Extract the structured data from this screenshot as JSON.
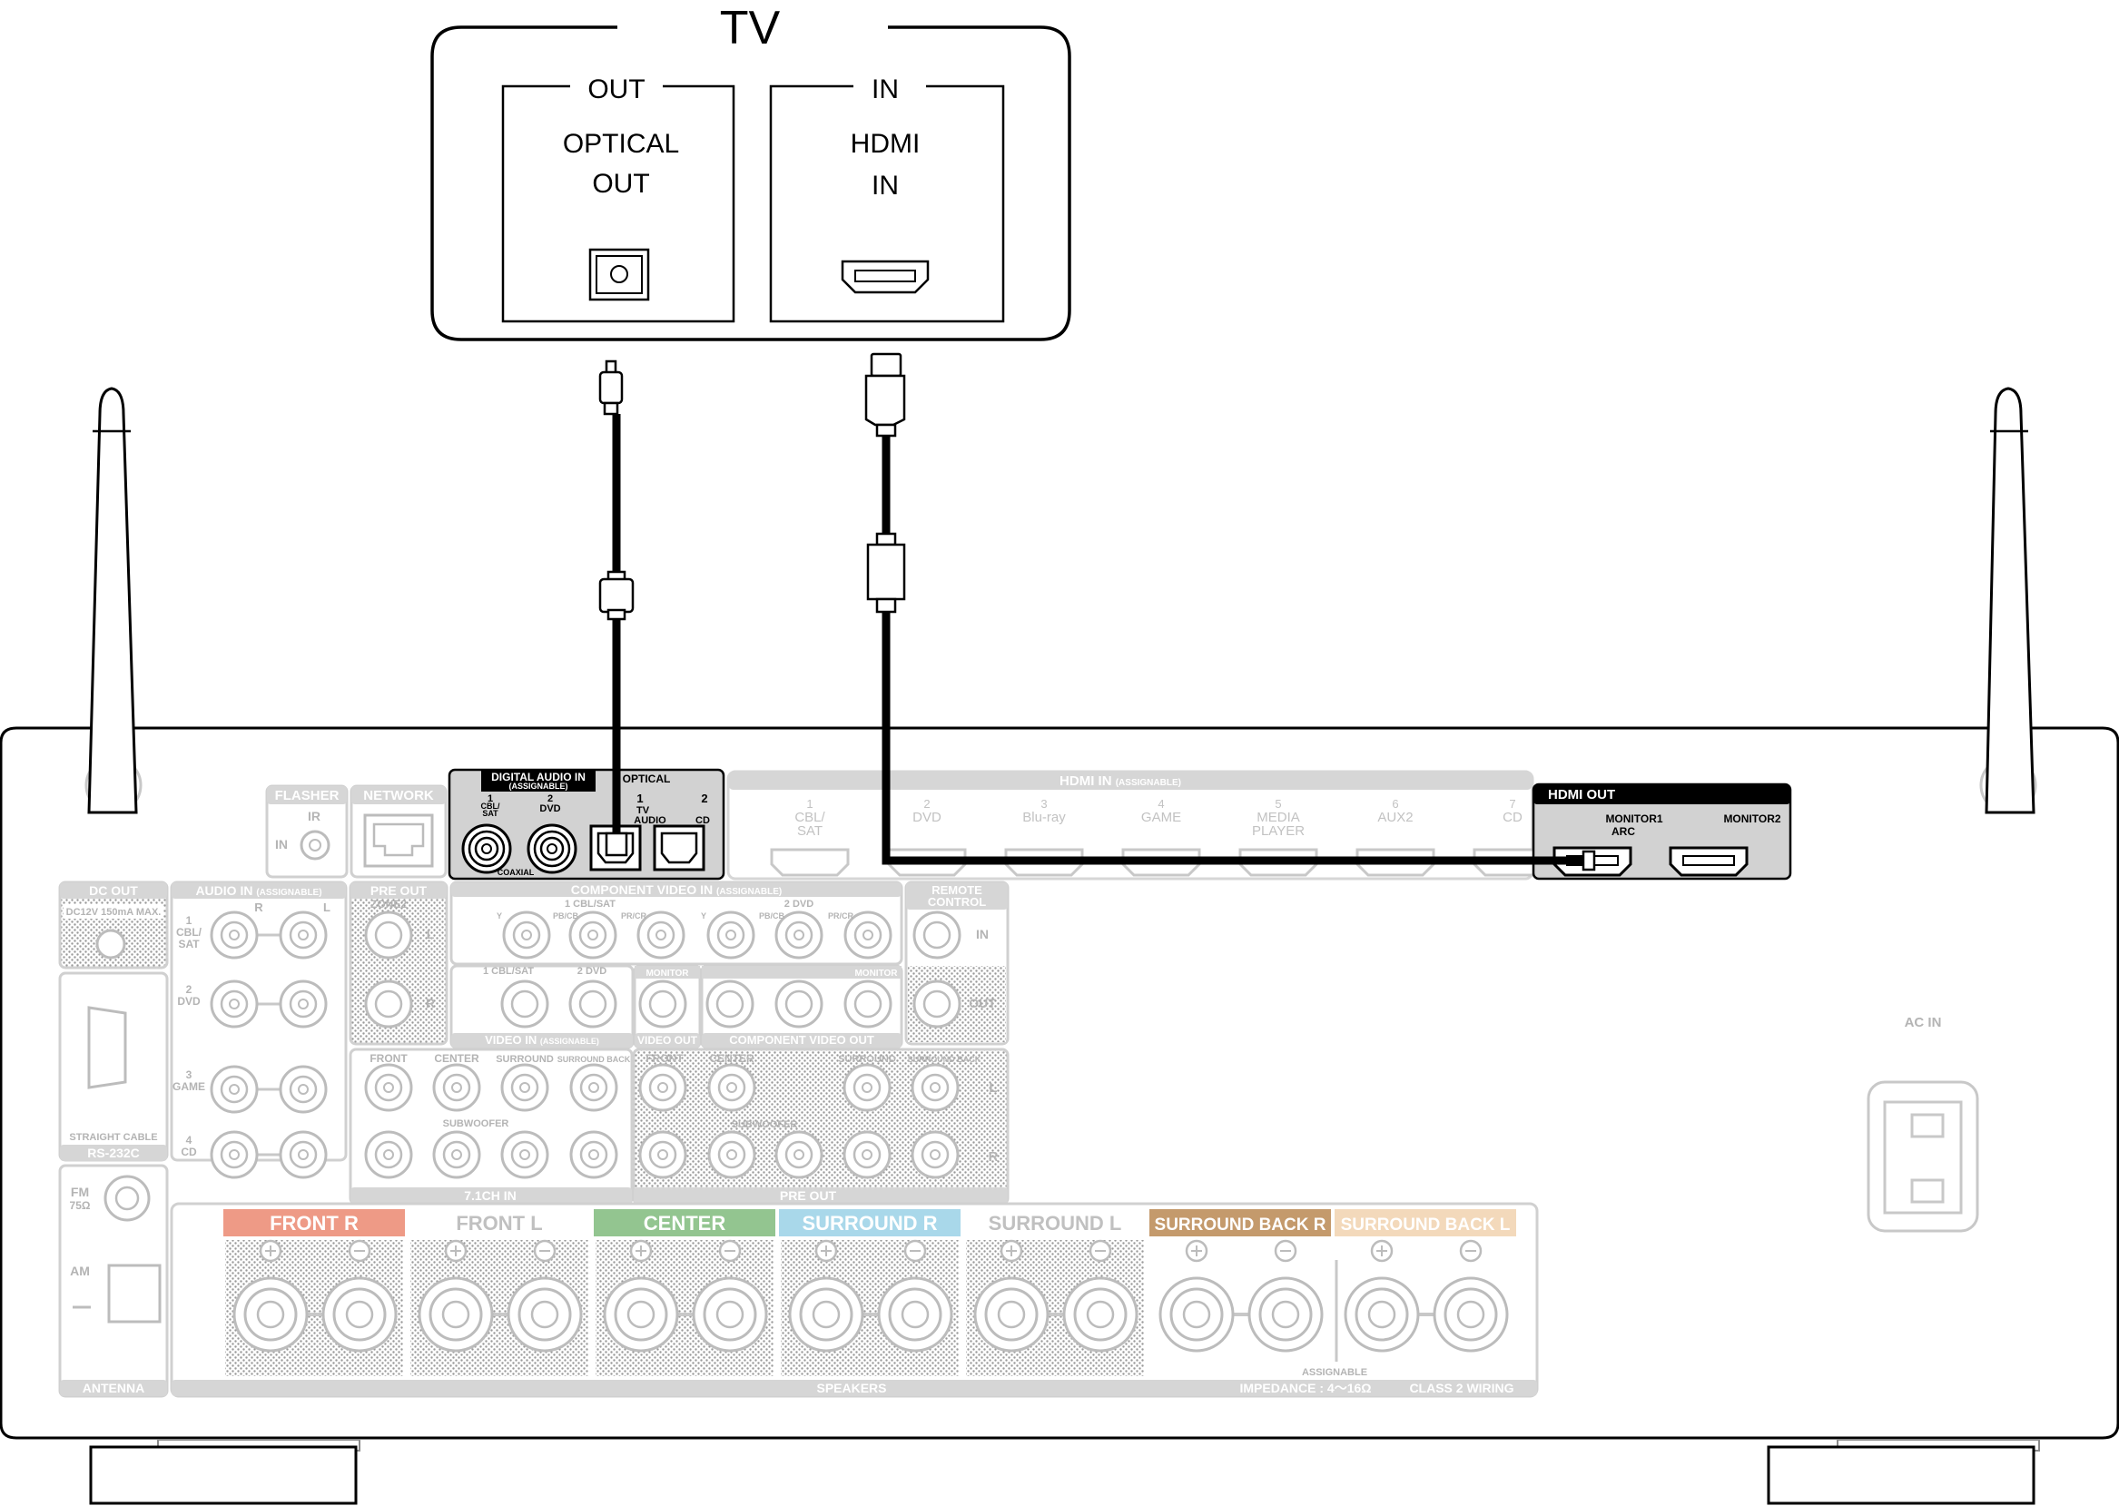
{
  "tv": {
    "title": "TV",
    "out_panel": {
      "header": "OUT",
      "line1": "OPTICAL",
      "line2": "OUT"
    },
    "in_panel": {
      "header": "IN",
      "line1": "HDMI",
      "line2": "IN"
    }
  },
  "receiver": {
    "digital_audio": {
      "title": "DIGITAL AUDIO IN",
      "subtitle": "(ASSIGNABLE)",
      "optical": "OPTICAL",
      "coaxial": "COAXIAL",
      "in1_num": "1",
      "in1_a": "CBL/",
      "in1_b": "SAT",
      "in2_num": "2",
      "in2_a": "DVD",
      "opt1_num": "1",
      "opt1_a": "TV",
      "opt1_b": "AUDIO",
      "opt2_num": "2",
      "opt2_a": "CD"
    },
    "flasher": {
      "title": "FLASHER",
      "ir": "IR",
      "in": "IN"
    },
    "network": {
      "title": "NETWORK"
    },
    "hdmi_in": {
      "title": "HDMI IN",
      "subtitle": "(ASSIGNABLE)",
      "ports": [
        {
          "num": "1",
          "a": "CBL/",
          "b": "SAT"
        },
        {
          "num": "2",
          "a": "DVD",
          "b": ""
        },
        {
          "num": "3",
          "a": "Blu-ray",
          "b": ""
        },
        {
          "num": "4",
          "a": "GAME",
          "b": ""
        },
        {
          "num": "5",
          "a": "MEDIA",
          "b": "PLAYER"
        },
        {
          "num": "6",
          "a": "AUX2",
          "b": ""
        },
        {
          "num": "7",
          "a": "CD",
          "b": ""
        }
      ]
    },
    "hdmi_out": {
      "title": "HDMI OUT",
      "monitor1_a": "MONITOR1",
      "monitor1_b": "ARC",
      "monitor2": "MONITOR2"
    },
    "dc_out": {
      "title": "DC OUT",
      "spec": "DC12V 150mA MAX."
    },
    "rs232c": {
      "cable": "STRAIGHT CABLE",
      "title": "RS-232C"
    },
    "audio_in": {
      "title": "AUDIO IN",
      "subtitle": "(ASSIGNABLE)",
      "r": "R",
      "l": "L",
      "rows": [
        {
          "num": "1",
          "a": "CBL/",
          "b": "SAT"
        },
        {
          "num": "2",
          "a": "DVD",
          "b": ""
        },
        {
          "num": "3",
          "a": "GAME",
          "b": ""
        },
        {
          "num": "4",
          "a": "CD",
          "b": ""
        }
      ]
    },
    "pre_out_zone2": {
      "title": "PRE OUT",
      "zone": "ZONE2",
      "l": "L",
      "r": "R"
    },
    "component_video_in": {
      "title": "COMPONENT VIDEO IN",
      "subtitle": "(ASSIGNABLE)",
      "g1": "1 CBL/SAT",
      "g2": "2 DVD",
      "y": "Y",
      "pb": "PB/CB",
      "pr": "PR/CR"
    },
    "video_in": {
      "title": "VIDEO IN",
      "subtitle": "(ASSIGNABLE)",
      "l1": "1 CBL/SAT",
      "l2": "2 DVD",
      "monitor": "MONITOR"
    },
    "video_out": {
      "title": "VIDEO OUT"
    },
    "component_video_out": {
      "title": "COMPONENT VIDEO OUT",
      "monitor": "MONITOR"
    },
    "remote_control": {
      "title_a": "REMOTE",
      "title_b": "CONTROL",
      "in": "IN",
      "out": "OUT"
    },
    "ch71_in": {
      "title": "7.1CH IN",
      "front": "FRONT",
      "center": "CENTER",
      "surround": "SURROUND",
      "surround_back": "SURROUND BACK",
      "subwoofer": "SUBWOOFER"
    },
    "pre_out": {
      "title": "PRE OUT",
      "front": "FRONT",
      "center": "CENTER",
      "surround": "SURROUND",
      "surround_back": "SURROUND BACK",
      "subwoofer": "SUBWOOFER",
      "l": "L",
      "r": "R"
    },
    "antenna": {
      "fm": "FM",
      "fm_ohm": "75Ω",
      "am": "AM",
      "title": "ANTENNA"
    },
    "speakers": {
      "title": "SPEAKERS",
      "impedance": "IMPEDANCE : 4～16Ω",
      "wiring": "CLASS 2 WIRING",
      "assignable": "ASSIGNABLE",
      "groups": [
        {
          "label": "FRONT",
          "side": "R",
          "color": "#ee9a86"
        },
        {
          "label": "FRONT",
          "side": "L",
          "color": "#ffffff"
        },
        {
          "label": "CENTER",
          "side": "",
          "color": "#93c590"
        },
        {
          "label": "SURROUND",
          "side": "R",
          "color": "#a9d8ea"
        },
        {
          "label": "SURROUND",
          "side": "L",
          "color": "#ffffff"
        },
        {
          "label": "SURROUND BACK",
          "side": "R",
          "color": "#c49a6c"
        },
        {
          "label": "SURROUND BACK",
          "side": "L",
          "color": "#f3d9bb"
        }
      ]
    },
    "ac_in": {
      "title": "AC IN"
    }
  },
  "colors": {
    "cable": "#000000",
    "panel_gray": "#d0d0d0",
    "active": "#000000"
  }
}
